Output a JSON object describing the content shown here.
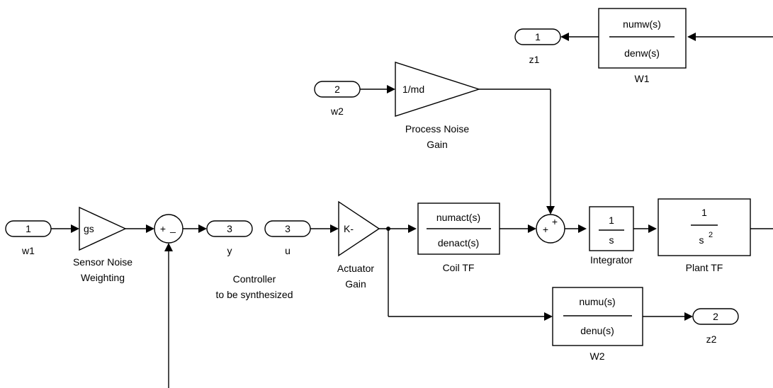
{
  "ports": {
    "in_w1": {
      "num": "1",
      "name": "w1"
    },
    "in_w2": {
      "num": "2",
      "name": "w2"
    },
    "out_y": {
      "num": "3",
      "name": "y"
    },
    "in_u": {
      "num": "3",
      "name": "u"
    },
    "out_z1": {
      "num": "1",
      "name": "z1"
    },
    "out_z2": {
      "num": "2",
      "name": "z2"
    }
  },
  "gains": {
    "sensor": {
      "value": "gs",
      "label1": "Sensor Noise",
      "label2": "Weighting"
    },
    "process": {
      "value": "1/md",
      "label1": "Process Noise",
      "label2": "Gain"
    },
    "actuator": {
      "value": "K-",
      "label1": "Actuator",
      "label2": "Gain"
    }
  },
  "sums": {
    "sensor_sum": {
      "signs": "+_"
    },
    "plant_sum": {
      "signs": "++"
    }
  },
  "blocks": {
    "coil": {
      "num": "numact(s)",
      "den": "denact(s)",
      "name": "Coil TF"
    },
    "integrator": {
      "num": "1",
      "den": "s",
      "name": "Integrator"
    },
    "plant": {
      "num": "1",
      "den": "s",
      "den_exp": "2",
      "name": "Plant TF"
    },
    "w1": {
      "num": "numw(s)",
      "den": "denw(s)",
      "name": "W1"
    },
    "w2": {
      "num": "numu(s)",
      "den": "denu(s)",
      "name": "W2"
    }
  },
  "annotations": {
    "controller1": "Controller",
    "controller2": "to be synthesized"
  }
}
